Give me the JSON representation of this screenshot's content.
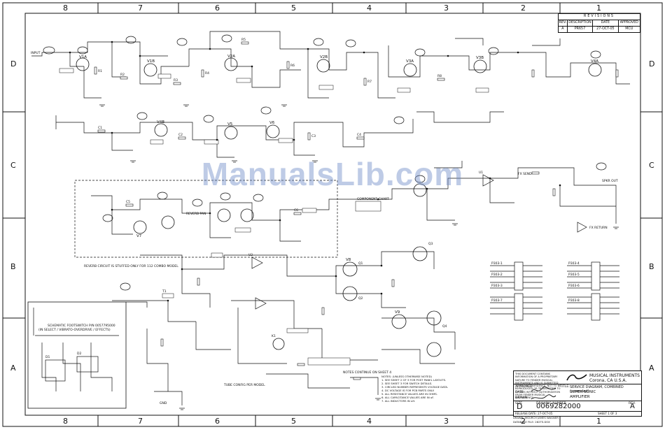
{
  "watermark": "ManualsLib.com",
  "zones": {
    "top": [
      "8",
      "7",
      "6",
      "5",
      "4",
      "3",
      "2",
      "1"
    ],
    "bottom": [
      "8",
      "7",
      "6",
      "5",
      "4",
      "3",
      "2",
      "1"
    ],
    "left": [
      "D",
      "C",
      "B",
      "A"
    ],
    "right": [
      "D",
      "C",
      "B",
      "A"
    ]
  },
  "revisions": {
    "header": "REVISIONS",
    "columns": [
      "REV.",
      "DESCRIPTION",
      "DATE",
      "APPROVED"
    ],
    "rows": [
      {
        "rev": "A",
        "description": "PR657",
        "date": "27-OCT-05",
        "approved": "MCU"
      }
    ]
  },
  "title_block": {
    "notice": "THIS DOCUMENT CONTAINS INFORMATION OF A PROPRIETARY NATURE TO FENDER MUSICAL INSTRUMENTS AND IS SUBMITTED TO YOU IN CONFIDENCE. NOT TO BE REPRODUCED OR TRANSMITTED TO OTHERS WITHOUT AUTHORIZATION FROM FENDER MUSICAL INSTRUMENTS.",
    "company_line1": "MUSICAL INSTRUMENTS",
    "company_line2": "Corona, CA U.S.A.",
    "title_label": "TITLE:",
    "title_line1": "SERVICE DIAGRAM, COMBINED (amended)",
    "title_line2": "SUPER-SONIC",
    "title_line3": "AMPLIFIER",
    "approved_label": "APPROVED",
    "date_label": "DATE",
    "drawn_label": "DRAWN",
    "size_label": "SIZE",
    "size_value": "D",
    "drawing_number_label": "DRAWING NUMBER",
    "drawing_number": "0069282000",
    "rev_label": "REV.",
    "rev_value": "A",
    "drawn_by": "DRAWN: MGURCH   JAMES WAGNER",
    "release_date": "RELEASE DATE: 27-OCT-05",
    "sheet": "SHEET 1 OF 3",
    "database_file": "DATABASE FILE: 282TS.DOX"
  },
  "notes": {
    "header": "NOTES: (UNLESS OTHERWISE NOTED)",
    "items": [
      "1. SEE SHEET 2 OF 3 FOR POST PANEL LAYOUTS.",
      "2. SEE SHEET 3 FOR SWITCH DETAILS.",
      "3. CIRCLED NUMBER REPRESENTS VOLTAGE DATA.",
      "4. DC VOLTAGE IS FOR PCB PARTS ONLY.",
      "5. ALL RESISTANCE VALUES ARE IN OHMS.",
      "6. ALL CAPACITANCE VALUES ARE IN uF.",
      "7. ALL INDUCTORS IN uH."
    ]
  },
  "annotations": {
    "reverb_note": "REVERB CIRCUIT IS STUFFED ONLY FOR 112 COMBO MODEL",
    "footswitch_title": "SCHEMATIC FOOTSWITCH P/N 0057795000",
    "footswitch_sub": "(IN SELECT / VIBRATO-OVERDRIVE / EFFECTS)",
    "reverb_pan": "REVERB PAN",
    "component_chart": "COMPONENT CHART",
    "chart_notes": "NOTES CONTINUE ON SHEET 4",
    "model_table_title": "TUBE CONFIG PER MODEL"
  },
  "labels": {
    "speaker_out": "SPKR OUT",
    "fx_send": "FX SEND",
    "fx_return": "FX RETURN",
    "input": "INPUT",
    "ground": "GND"
  },
  "tube_labels": [
    "V1A",
    "V1B",
    "V2A",
    "V2B",
    "V3A",
    "V3B",
    "V4A",
    "V4B",
    "V5",
    "V6",
    "V7",
    "V8",
    "V9"
  ],
  "connector_labels": [
    "P303-1",
    "P303-2",
    "P303-3",
    "P303-4",
    "P303-5",
    "P303-6",
    "P303-7",
    "P303-8"
  ],
  "ref_labels": [
    "R1",
    "R2",
    "R3",
    "R4",
    "R5",
    "R6",
    "R7",
    "R8",
    "C1",
    "C2",
    "C3",
    "C4",
    "C5",
    "C6",
    "Q1",
    "Q2",
    "Q3",
    "Q4",
    "D1",
    "D2",
    "U1",
    "U2",
    "T1",
    "K1"
  ]
}
